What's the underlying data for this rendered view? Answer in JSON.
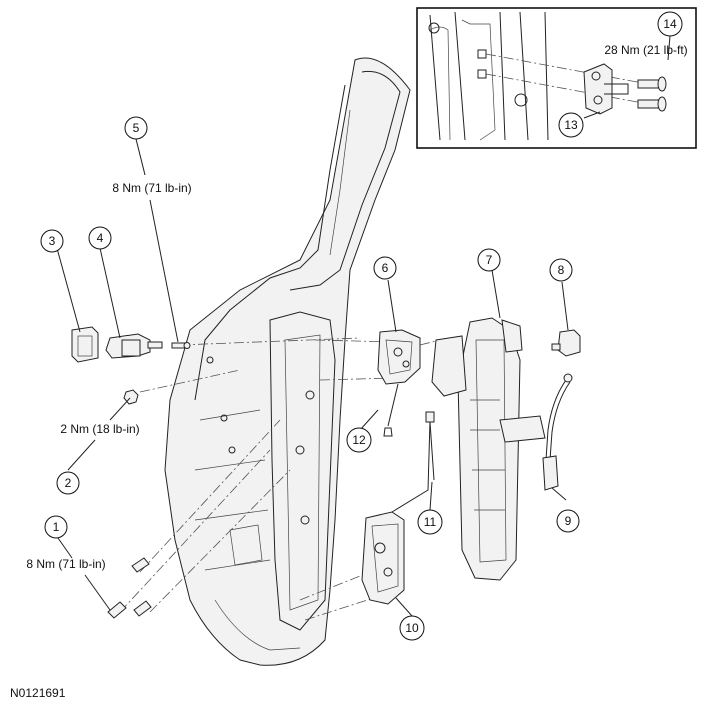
{
  "figure_id": "N0121691",
  "callouts": [
    {
      "num": "1"
    },
    {
      "num": "2"
    },
    {
      "num": "3"
    },
    {
      "num": "4"
    },
    {
      "num": "5"
    },
    {
      "num": "6"
    },
    {
      "num": "7"
    },
    {
      "num": "8"
    },
    {
      "num": "9"
    },
    {
      "num": "10"
    },
    {
      "num": "11"
    },
    {
      "num": "12"
    },
    {
      "num": "13"
    },
    {
      "num": "14"
    }
  ],
  "torque_specs": {
    "item1": "8 Nm (71 lb-in)",
    "item2": "2 Nm (18 lb-in)",
    "item5": "8 Nm (71 lb-in)",
    "item14": "28 Nm (21 lb-ft)"
  }
}
